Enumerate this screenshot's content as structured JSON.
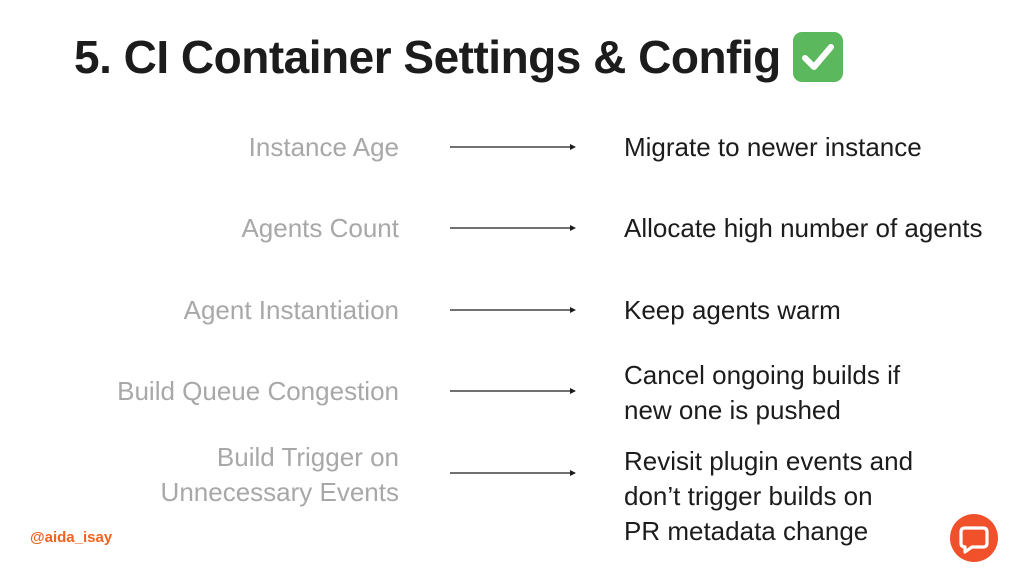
{
  "slide": {
    "title": "5. CI Container Settings & Config",
    "title_icon": "check-mark-button-icon",
    "handle": "@aida_isay",
    "logo_icon": "speech-bubble-logo-icon",
    "colors": {
      "title": "#1c1c1c",
      "cause_text": "#a8a8a8",
      "effect_text": "#1c1c1c",
      "handle": "#f0641f",
      "logo": "#f0512b",
      "check": "#5cb85c"
    },
    "rows": [
      {
        "cause": [
          "Instance Age"
        ],
        "effect": [
          "Migrate to newer instance"
        ]
      },
      {
        "cause": [
          "Agents Count"
        ],
        "effect": [
          "Allocate high number of agents"
        ]
      },
      {
        "cause": [
          "Agent Instantiation"
        ],
        "effect": [
          "Keep agents warm"
        ]
      },
      {
        "cause": [
          "Build Queue Congestion"
        ],
        "effect": [
          "Cancel ongoing builds if",
          "new one is pushed"
        ]
      },
      {
        "cause": [
          "Build Trigger on",
          "Unnecessary Events"
        ],
        "effect": [
          "Revisit plugin events and",
          "don’t trigger builds on",
          "PR metadata change"
        ]
      }
    ]
  }
}
